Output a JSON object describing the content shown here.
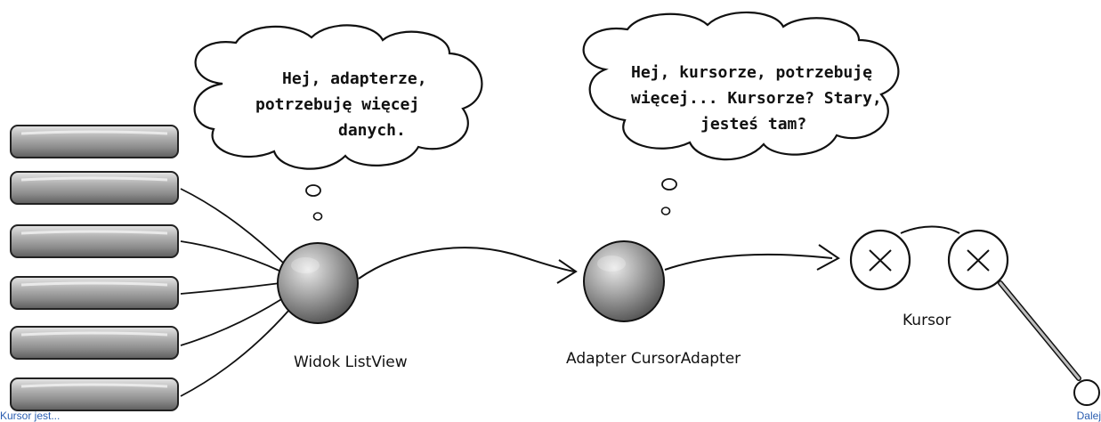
{
  "bubbles": {
    "listview_thought": [
      "Hej, adapterze,",
      "potrzebuję więcej",
      "danych."
    ],
    "adapter_thought": [
      "Hej, kursorze, potrzebuję",
      "więcej... Kursorze? Stary,",
      "jesteś tam?"
    ]
  },
  "labels": {
    "listview": "Widok ListView",
    "adapter": "Adapter CursorAdapter",
    "cursor": "Kursor"
  },
  "footer": {
    "prev": "Kursor jest...",
    "next": "Dalej"
  },
  "colors": {
    "ink": "#111111",
    "bar": "#9a9a9a",
    "sphere": "#9c9c9c",
    "link": "#2a5db0"
  }
}
